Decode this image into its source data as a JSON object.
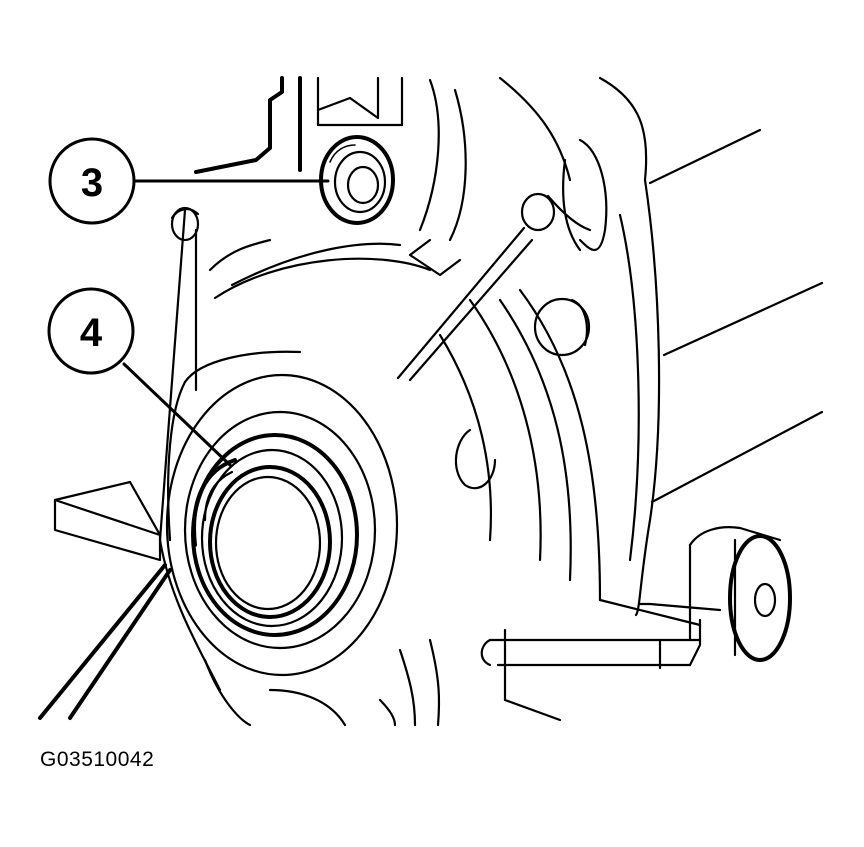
{
  "callouts": [
    {
      "id": "callout-3",
      "label": "3"
    },
    {
      "id": "callout-4",
      "label": "4"
    }
  ],
  "figure_id": "G03510042",
  "colors": {
    "ink": "#000000",
    "background": "#ffffff"
  }
}
